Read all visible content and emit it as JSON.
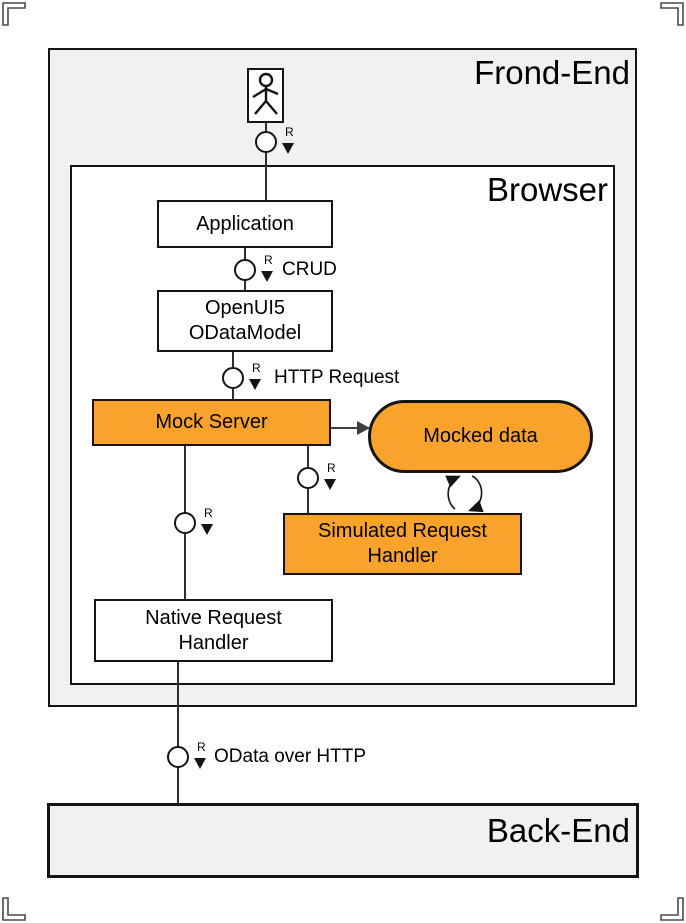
{
  "panels": {
    "frontend": {
      "title": "Frond-End"
    },
    "browser": {
      "title": "Browser"
    },
    "backend": {
      "title": "Back-End"
    }
  },
  "nodes": {
    "application": {
      "label": "Application"
    },
    "odata_model": {
      "label": "OpenUI5\nODataModel"
    },
    "mock_server": {
      "label": "Mock Server"
    },
    "mocked_data": {
      "label": "Mocked data"
    },
    "simulated_request_handler": {
      "label": "Simulated Request\nHandler"
    },
    "native_request_handler": {
      "label": "Native Request\nHandler"
    }
  },
  "connectors": {
    "user_to_application": {
      "marker": "R"
    },
    "application_to_odatamodel": {
      "marker": "R",
      "label": "CRUD"
    },
    "odatamodel_to_mockserver": {
      "marker": "R",
      "label": "HTTP Request"
    },
    "mockserver_to_simulated": {
      "marker": "R"
    },
    "mockserver_to_native": {
      "marker": "R"
    },
    "native_to_backend": {
      "marker": "R",
      "label": "OData over HTTP"
    }
  },
  "icons": {
    "actor": "actor-icon",
    "required_interface": "lollipop-circle-icon",
    "direction": "down-triangle-icon",
    "data_cycle": "cycle-arrows-icon",
    "flow": "right-arrow-icon",
    "corner": "crop-mark-icon"
  },
  "colors": {
    "accent_orange": "#F9A32C",
    "panel_gray": "#F1F1F1",
    "node_white": "#FFFFFF",
    "line_black": "#141414"
  }
}
